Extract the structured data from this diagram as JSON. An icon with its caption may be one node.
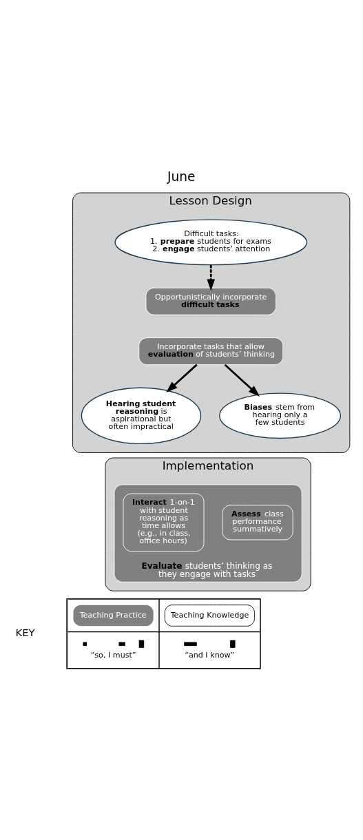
{
  "diagram": {
    "title": "June",
    "nodes": [
      {
        "text": [
          "Lesson Design"
        ]
      },
      {
        "text": [
          "Difficult tasks:",
          "1. **prepare** students for exams",
          "2. **engage** students’ attention"
        ],
        "in": 0
      },
      {
        "text": [
          "Opportunistically incorporate **difficult tasks**"
        ],
        "in": 0
      },
      {
        "text": [
          "Incorporate tasks that allow **evaluation** of students’ thinking"
        ],
        "in": 0
      },
      {
        "text": [
          "**Hearing student reasoning** is aspirational but often impractical"
        ],
        "in": 0
      },
      {
        "text": [
          "**Biases** stem from hearing only a few students"
        ],
        "in": 0
      },
      {
        "text": [
          "Implementation"
        ]
      },
      {
        "text": [
          "**Evaluate** students’ thinking as they engage with tasks"
        ],
        "in": 6
      },
      {
        "text": [
          "**Interact** 1-on-1 with student reasoning as time allows (e.g., in class, office hours)"
        ],
        "in": 7
      },
      {
        "text": [
          "**Assess** class performance summatively"
        ],
        "in": 7
      }
    ],
    "edges": [
      {
        "from": 1,
        "to": 2,
        "arrow": "to",
        "style": "dashed"
      },
      {
        "from": 3,
        "to": 4,
        "arrow": "to"
      },
      {
        "from": 3,
        "to": 5,
        "arrow": "to"
      }
    ],
    "labels": [
      "KEY"
    ],
    "legend": [
      {
        "text": "Teaching Practice"
      },
      {
        "text": "Teaching Knowledge"
      },
      {
        "text": "“so, I must”"
      },
      {
        "text": "“and I know”"
      }
    ]
  }
}
